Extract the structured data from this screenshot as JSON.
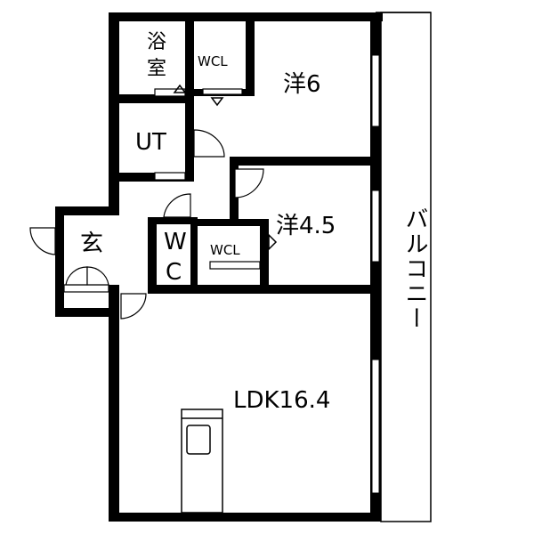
{
  "rooms": {
    "bath": "浴室",
    "wcl_top": "WCL",
    "western6": "洋6",
    "ut": "UT",
    "western45": "洋4.5",
    "entrance": "玄",
    "wc_line1": "W",
    "wc_line2": "C",
    "wcl_mid": "WCL",
    "ldk": "LDK16.4",
    "balcony": "バルコニー"
  }
}
